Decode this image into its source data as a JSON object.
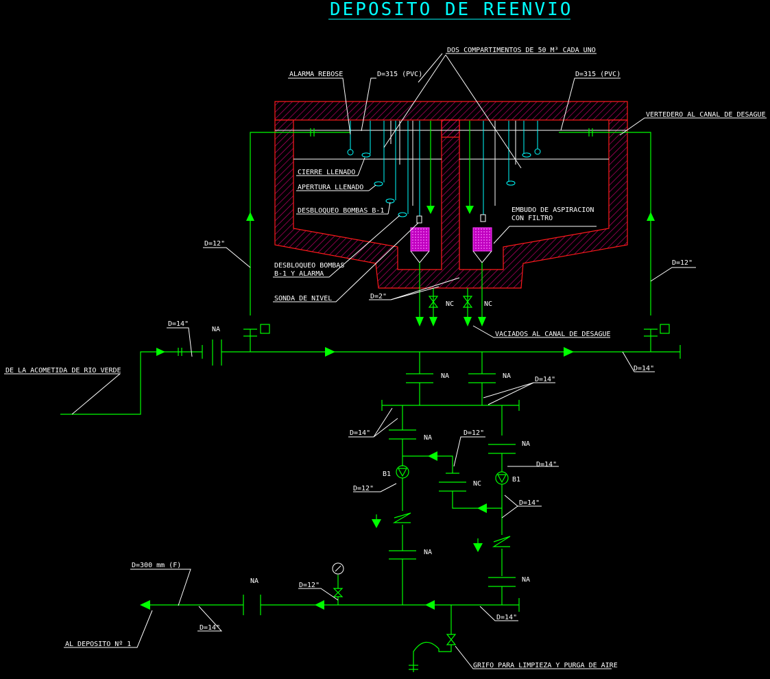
{
  "title": "DEPOSITO DE REENVIO",
  "labels": {
    "compartments": "DOS COMPARTIMENTOS DE 50 M³ CADA UNO",
    "overflow_alarm": "ALARMA REBOSE",
    "pvc_left": "D=315 (PVC)",
    "pvc_right": "D=315 (PVC)",
    "weir": "VERTEDERO AL CANAL DE DESAGUE",
    "close_fill": "CIERRE LLENADO",
    "open_fill": "APERTURA LLENADO",
    "unlock_pumps": "DESBLOQUEO BOMBAS B-1",
    "funnel_line1": "EMBUDO DE ASPIRACION",
    "funnel_line2": "CON FILTRO",
    "unlock_alarm_line1": "DESBLOQUEO BOMBAS",
    "unlock_alarm_line2": "B-1 Y ALARMA",
    "level_probe": "SONDA DE NIVEL",
    "d2": "D=2\"",
    "nc_left": "NC",
    "nc_right": "NC",
    "drains": "VACIADOS AL CANAL DE DESAGUE",
    "d12_left": "D=12\"",
    "d12_right": "D=12\"",
    "d14_inlet": "D=14\"",
    "na_inlet": "NA",
    "rio_verde": "DE LA ACOMETIDA DE RIO VERDE",
    "d14_main": "D=14\"",
    "na_left_drop": "NA",
    "na_right_drop": "NA",
    "d14_header": "D=14\"",
    "d14_leftbranch": "D=14\"",
    "na_left_pump": "NA",
    "d12_bypass": "D=12\"",
    "na_right_pump": "NA",
    "d14_right_pump": "D=14\"",
    "b1_left": "B1",
    "b1_right": "B1",
    "d12_left_pump": "D=12\"",
    "nc_bypass": "NC",
    "d14_right_mid": "D=14\"",
    "na_left_low": "NA",
    "na_right_low": "NA",
    "d300": "D=300 mm (F)",
    "na_outlet": "NA",
    "d12_outlet": "D=12\"",
    "d14_outlet_left": "D=14\"",
    "d14_outlet_right": "D=14\"",
    "to_tank": "AL DEPOSITO Nº 1",
    "tap": "GRIFO PARA LIMPIEZA Y PURGA DE AIRE"
  },
  "colors": {
    "background": "#000000",
    "pipe": "#00ff00",
    "tank_wall": "#ff1a1a",
    "instrument": "#00ffff",
    "filter": "#ff3cff",
    "text": "#ffffff"
  }
}
